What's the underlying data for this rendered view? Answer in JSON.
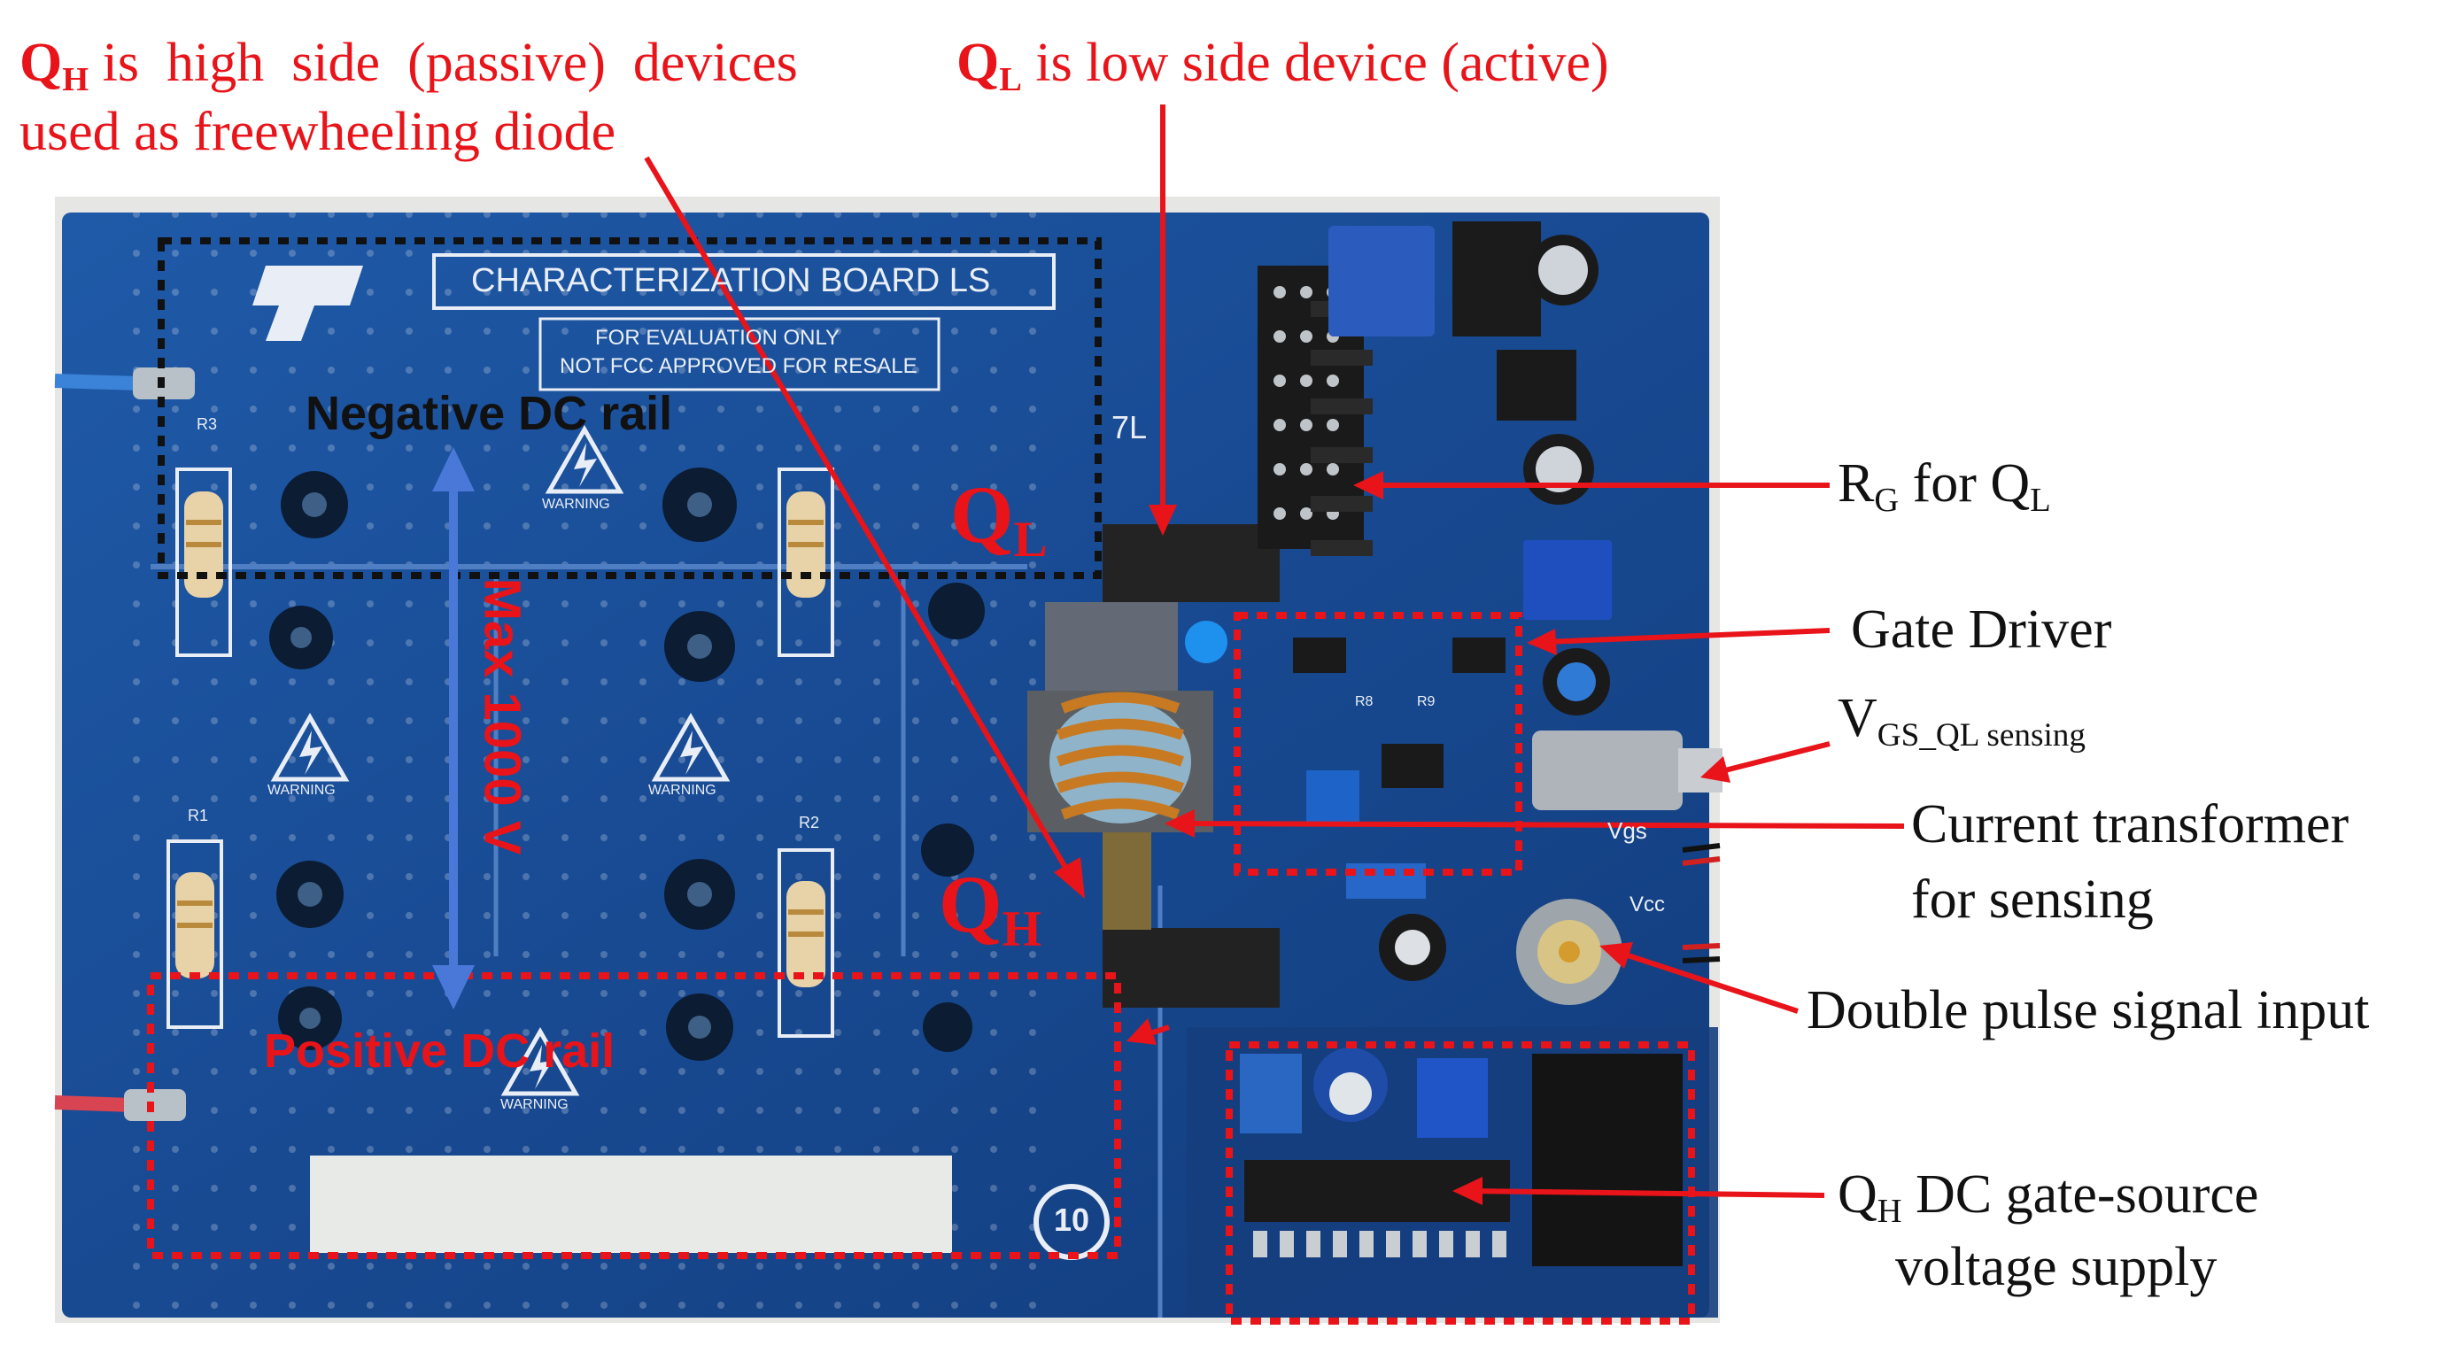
{
  "annotations": {
    "qh_line1_sym": "Q",
    "qh_line1_sub": "H",
    "qh_line1_rest": " is  high  side  (passive)  devices",
    "qh_line2": "used as freewheeling diode",
    "ql_sym": "Q",
    "ql_sub": "L",
    "ql_rest": " is low side device (active)"
  },
  "callouts": {
    "rg_sym": "R",
    "rg_sub": "G",
    "rg_mid": " for Q",
    "rg_sub2": "L",
    "gate_driver": "Gate Driver",
    "vgs_sym": "V",
    "vgs_sub": "GS_QL sensing",
    "ct_line1": "Current transformer",
    "ct_line2": "for sensing",
    "double_pulse": "Double pulse signal input",
    "qh_dc_sym": "Q",
    "qh_dc_sub": "H",
    "qh_dc_rest": " DC gate-source",
    "qh_dc_line2": "voltage supply"
  },
  "board": {
    "title": "CHARACTERIZATION BOARD LS",
    "eval1": "FOR EVALUATION ONLY",
    "eval2": "NOT FCC APPROVED FOR RESALE",
    "negative_rail": "Negative DC rail",
    "positive_rail": "Positive DC rail",
    "max_voltage": "Max 1000 V",
    "ql_label": "Q",
    "ql_label_sub": "L",
    "qh_label": "Q",
    "qh_label_sub": "H",
    "warning": "WARNING",
    "vgs_conn": "Vgs",
    "vcc_conn": "Vcc",
    "r1": "R1",
    "r2": "R2",
    "r3": "R3",
    "r8": "R8",
    "r9": "R9",
    "logo": "ST",
    "badge": "10",
    "sl": "7L"
  },
  "colors": {
    "annotation_red": "#e8141a",
    "board_blue": "#1b4f9c",
    "arrow_blue": "#4a78d8"
  }
}
